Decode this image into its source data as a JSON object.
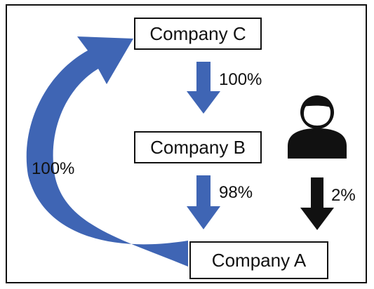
{
  "boxes": {
    "company_c": "Company C",
    "company_b": "Company B",
    "company_a": "Company A"
  },
  "percentages": {
    "c_to_b": "100%",
    "b_to_a": "98%",
    "person_to_a": "2%",
    "a_to_c": "100%"
  },
  "colors": {
    "blue_arrow": "#3f65b4",
    "black_arrow": "#111111"
  },
  "icons": {
    "person": "person-icon"
  }
}
